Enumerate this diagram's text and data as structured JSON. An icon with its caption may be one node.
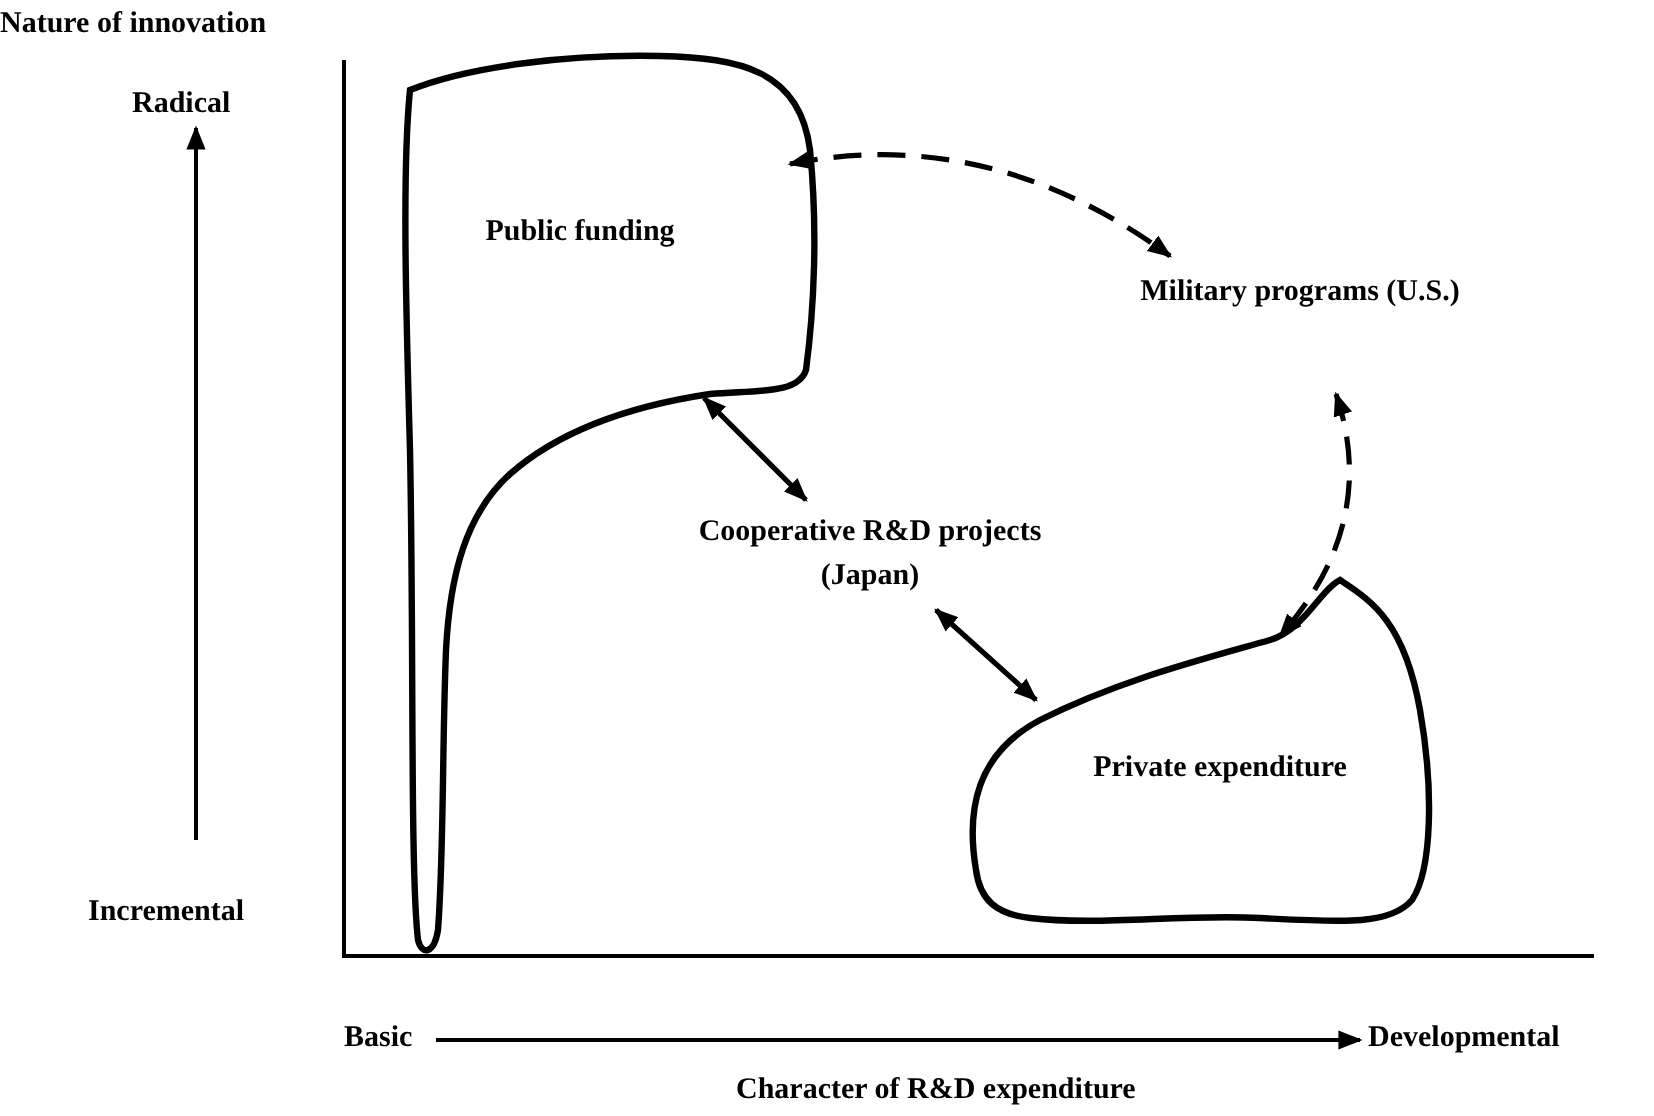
{
  "diagram": {
    "nodes": [
      {
        "text": [
          "Public funding"
        ]
      },
      {
        "text": [
          "Military programs (U.S.)"
        ]
      },
      {
        "text": [
          "Cooperative R&D projects (Japan)"
        ]
      },
      {
        "text": [
          "Private expenditure"
        ]
      }
    ],
    "edges": [
      {
        "from": 0,
        "to": 1,
        "arrow": "both",
        "style": "dashed"
      },
      {
        "from": 1,
        "to": 3,
        "arrow": "both",
        "style": "dashed"
      },
      {
        "from": 0,
        "to": 2,
        "arrow": "both"
      },
      {
        "from": 2,
        "to": 3,
        "arrow": "both"
      }
    ],
    "labels": [
      "Nature of innovation",
      "Radical",
      "Incremental",
      "Basic",
      "Developmental",
      "Character of R&D expenditure"
    ]
  }
}
